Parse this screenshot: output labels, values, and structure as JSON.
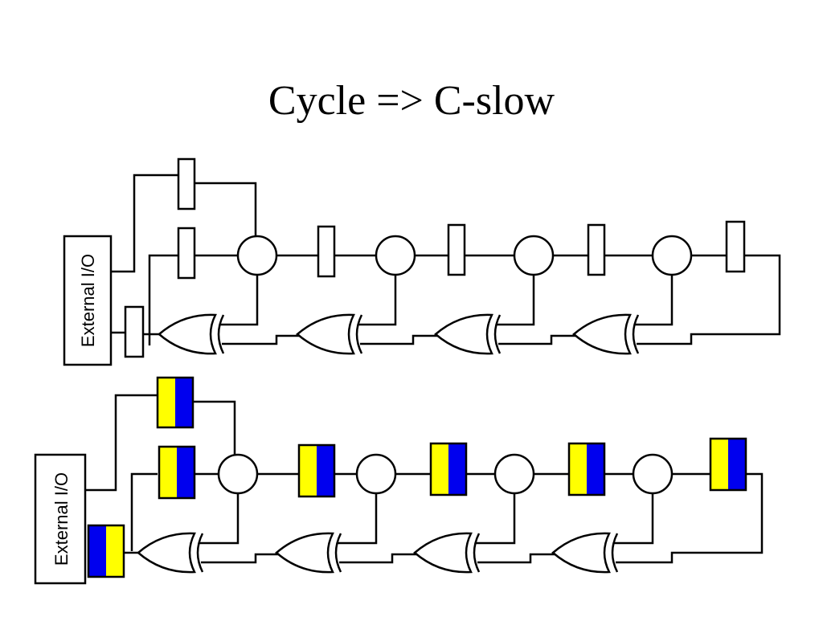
{
  "slide": {
    "title": "Cycle => C-slow"
  },
  "top_diagram": {
    "io_label": "External I/O",
    "register_style": "plain"
  },
  "bottom_diagram": {
    "io_label": "External I/O",
    "register_style": "two-color",
    "colors": {
      "slot_a": "#ffff00",
      "slot_b": "#0000ee"
    }
  }
}
